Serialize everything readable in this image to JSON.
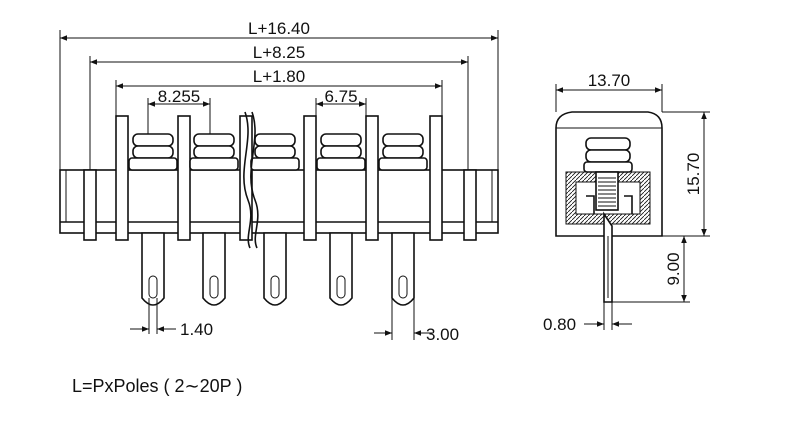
{
  "dimensions": {
    "overall_length": "L+16.40",
    "middle_length": "L+8.25",
    "inner_length": "L+1.80",
    "barrier_pitch": "8.255",
    "screw_pitch": "6.75",
    "pin_diameter": "1.40",
    "pin_spacing": "3.00",
    "side_width": "13.70",
    "side_height": "15.70",
    "pin_length": "9.00",
    "pin_thickness": "0.80"
  },
  "note": "L=PxPoles ( 2∼20P )"
}
